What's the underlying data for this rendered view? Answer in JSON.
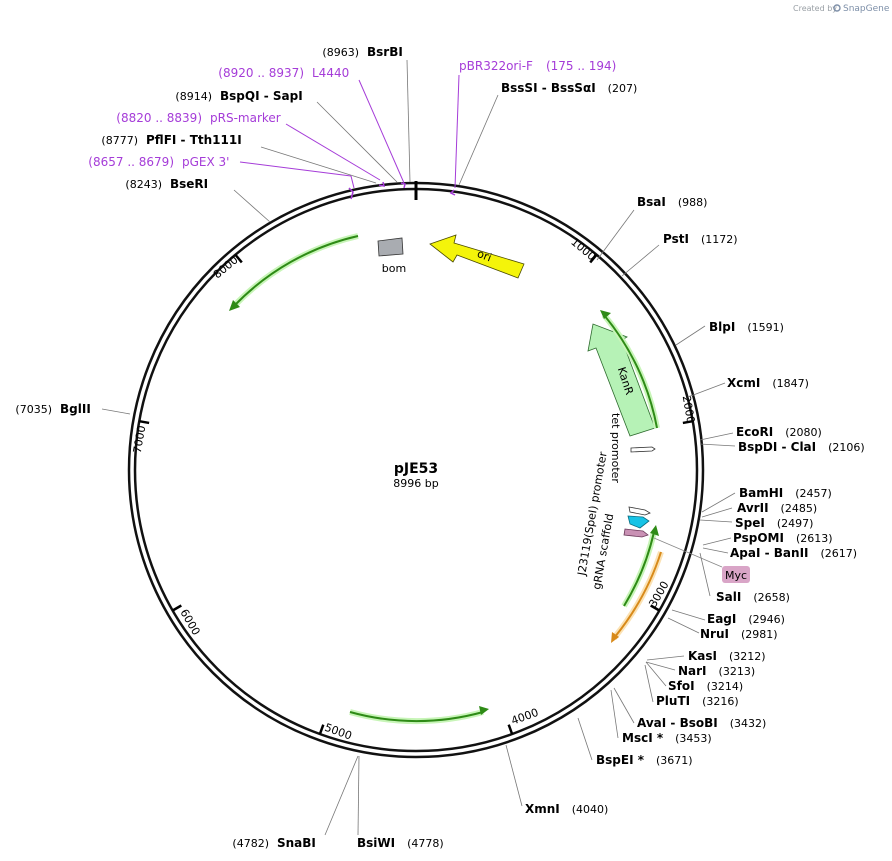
{
  "credit": {
    "prefix": "Created by",
    "brand": "SnapGene"
  },
  "plasmid": {
    "name": "pJE53",
    "size_label": "8996 bp"
  },
  "colors": {
    "primer": "#a53cd8",
    "ori": "#f4f40a",
    "kanr": "#b6f2b6",
    "green_arrow": "#2e8b16",
    "orange_arrow": "#d88a1a",
    "myc": "#d9a5c7",
    "bom": "#a9acb1",
    "promoter_box": "#ffffff",
    "cyan_feature": "#17c3e6",
    "pink_feature": "#c991b4"
  },
  "ticks": [
    "1000",
    "2000",
    "3000",
    "4000",
    "5000",
    "6000",
    "7000",
    "8000"
  ],
  "sites": [
    {
      "name": "BsrBI",
      "pos": "(8963)",
      "layout": "pre"
    },
    {
      "name": "BspQI  -  SapI",
      "pos": "(8914)",
      "layout": "pre"
    },
    {
      "name": "PflFI  -  Tth111I",
      "pos": "(8777)",
      "layout": "pre"
    },
    {
      "name": "BseRI",
      "pos": "(8243)",
      "layout": "pre"
    },
    {
      "name": "BglII",
      "pos": "(7035)",
      "layout": "pre"
    },
    {
      "name": "SnaBI",
      "pos": "(4782)",
      "layout": "pre"
    },
    {
      "name": "BsiWI",
      "pos": "(4778)",
      "layout": "post"
    },
    {
      "name": "BssSI  -  BssSαI",
      "pos": "(207)",
      "layout": "post"
    },
    {
      "name": "BsaI",
      "pos": "(988)",
      "layout": "post"
    },
    {
      "name": "PstI",
      "pos": "(1172)",
      "layout": "post"
    },
    {
      "name": "BlpI",
      "pos": "(1591)",
      "layout": "post"
    },
    {
      "name": "XcmI",
      "pos": "(1847)",
      "layout": "post"
    },
    {
      "name": "EcoRI",
      "pos": "(2080)",
      "layout": "post"
    },
    {
      "name": "BspDI  -  ClaI",
      "pos": "(2106)",
      "layout": "post"
    },
    {
      "name": "BamHI",
      "pos": "(2457)",
      "layout": "post"
    },
    {
      "name": "AvrII",
      "pos": "(2485)",
      "layout": "post"
    },
    {
      "name": "SpeI",
      "pos": "(2497)",
      "layout": "post"
    },
    {
      "name": "PspOMI",
      "pos": "(2613)",
      "layout": "post"
    },
    {
      "name": "ApaI  -  BanII",
      "pos": "(2617)",
      "layout": "post"
    },
    {
      "name": "SalI",
      "pos": "(2658)",
      "layout": "post"
    },
    {
      "name": "EagI",
      "pos": "(2946)",
      "layout": "post"
    },
    {
      "name": "NruI",
      "pos": "(2981)",
      "layout": "post"
    },
    {
      "name": "KasI",
      "pos": "(3212)",
      "layout": "post"
    },
    {
      "name": "NarI",
      "pos": "(3213)",
      "layout": "post"
    },
    {
      "name": "SfoI",
      "pos": "(3214)",
      "layout": "post"
    },
    {
      "name": "PluTI",
      "pos": "(3216)",
      "layout": "post"
    },
    {
      "name": "AvaI  -  BsoBI",
      "pos": "(3432)",
      "layout": "post"
    },
    {
      "name": "MscI *",
      "pos": "(3453)",
      "layout": "post"
    },
    {
      "name": "BspEI *",
      "pos": "(3671)",
      "layout": "post"
    },
    {
      "name": "XmnI",
      "pos": "(4040)",
      "layout": "post"
    }
  ],
  "primers": [
    {
      "name": "L4440",
      "range": "(8920 .. 8937)"
    },
    {
      "name": "pRS-marker",
      "range": "(8820 .. 8839)"
    },
    {
      "name": "pGEX 3'",
      "range": "(8657 .. 8679)"
    },
    {
      "name": "pBR322ori-F",
      "range": "(175 .. 194)"
    }
  ],
  "features": {
    "ori": "ori",
    "kanr": "KanR",
    "bom": "bom",
    "tet_promoter": "tet promoter",
    "j23119": "J23119(SpeI) promoter",
    "grna": "gRNA scaffold",
    "myc": "Myc"
  }
}
